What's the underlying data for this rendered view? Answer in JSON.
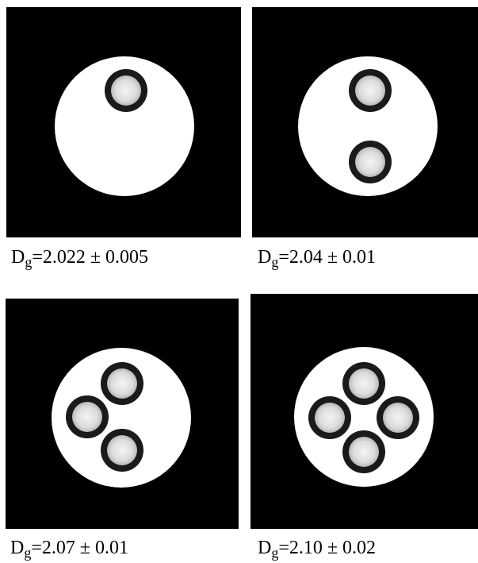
{
  "colors": {
    "background": "#000000",
    "disk": "#ffffff",
    "ring": "#1a1a1a",
    "inclusion_center": "#f4f4f4",
    "inclusion_edge": "#b8b8b8"
  },
  "panels": [
    {
      "id": "panel-1",
      "inclusion_count": 1,
      "caption": {
        "symbol": "D",
        "subscript": "g",
        "value": "=2.022 ± 0.005"
      }
    },
    {
      "id": "panel-2",
      "inclusion_count": 2,
      "caption": {
        "symbol": "D",
        "subscript": "g",
        "value": "=2.04 ± 0.01"
      }
    },
    {
      "id": "panel-3",
      "inclusion_count": 3,
      "caption": {
        "symbol": "D",
        "subscript": "g",
        "value": "=2.07 ± 0.01"
      }
    },
    {
      "id": "panel-4",
      "inclusion_count": 4,
      "caption": {
        "symbol": "D",
        "subscript": "g",
        "value": "=2.10 ± 0.02"
      }
    }
  ]
}
